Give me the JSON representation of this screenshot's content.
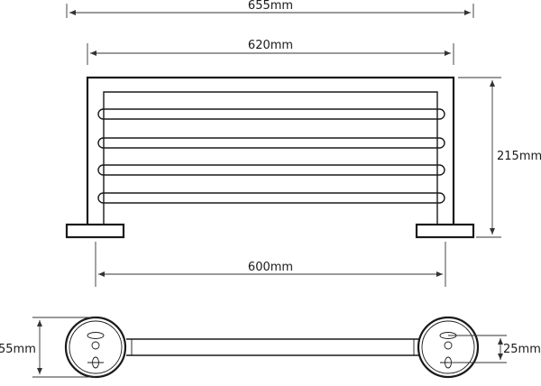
{
  "dimensions": {
    "overall_width": "655mm",
    "rack_width": "620mm",
    "base_span": "600mm",
    "height": "215mm",
    "mount_diameter": "55mm",
    "hole_spacing": "25mm"
  }
}
